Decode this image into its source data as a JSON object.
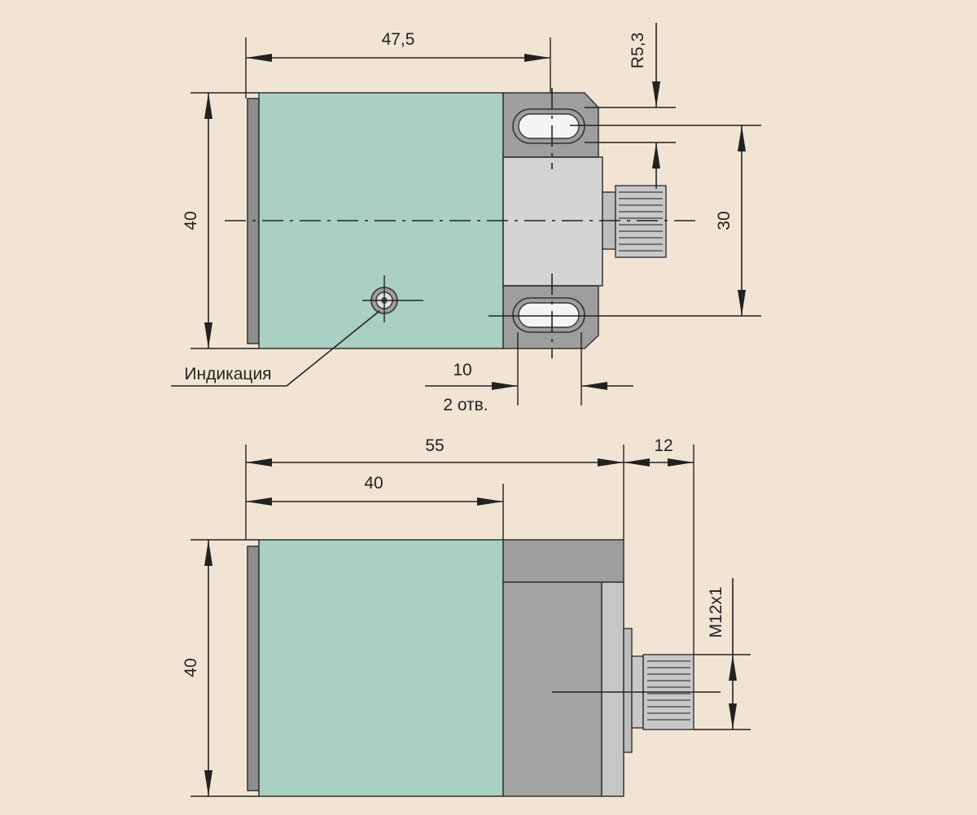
{
  "top_view": {
    "dim_width": "47,5",
    "dim_radius": "R5,3",
    "dim_height": "40",
    "dim_hole_spacing": "30",
    "dim_hole_width": "10",
    "holes_note": "2 отв.",
    "indication_label": "Индикация"
  },
  "side_view": {
    "dim_total_length": "55",
    "dim_connector_length": "12",
    "dim_body_length": "40",
    "dim_height": "40",
    "dim_thread": "M12x1"
  },
  "colors": {
    "background": "#f2e4d4",
    "sensor_face": "#a9d0c2",
    "housing_gray": "#9e9e9e",
    "housing_light": "#d4d4d4",
    "lines": "#222222"
  }
}
